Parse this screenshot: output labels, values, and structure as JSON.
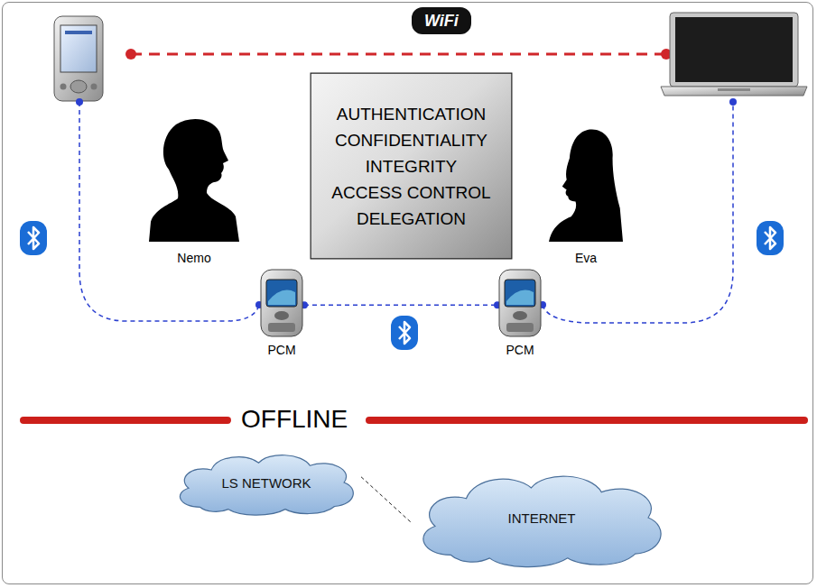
{
  "diagram": {
    "nodes": [
      {
        "text": [
          "AUTHENTICATION",
          "CONFIDENTIALITY",
          "INTEGRITY",
          "ACCESS CONTROL",
          "DELEGATION"
        ]
      },
      {
        "text": [
          "Nemo"
        ]
      },
      {
        "text": [
          "Eva"
        ]
      },
      {
        "text": [
          "PCM"
        ]
      },
      {
        "text": [
          "PCM"
        ]
      },
      {
        "text": [
          "LS NETWORK"
        ]
      },
      {
        "text": [
          "INTERNET"
        ]
      }
    ],
    "edges": [
      {
        "from": 3,
        "to": 4,
        "arrow": "none"
      },
      {
        "from": 5,
        "to": 6,
        "arrow": "none"
      }
    ],
    "labels": [
      "WiFi",
      "OFFLINE"
    ]
  }
}
